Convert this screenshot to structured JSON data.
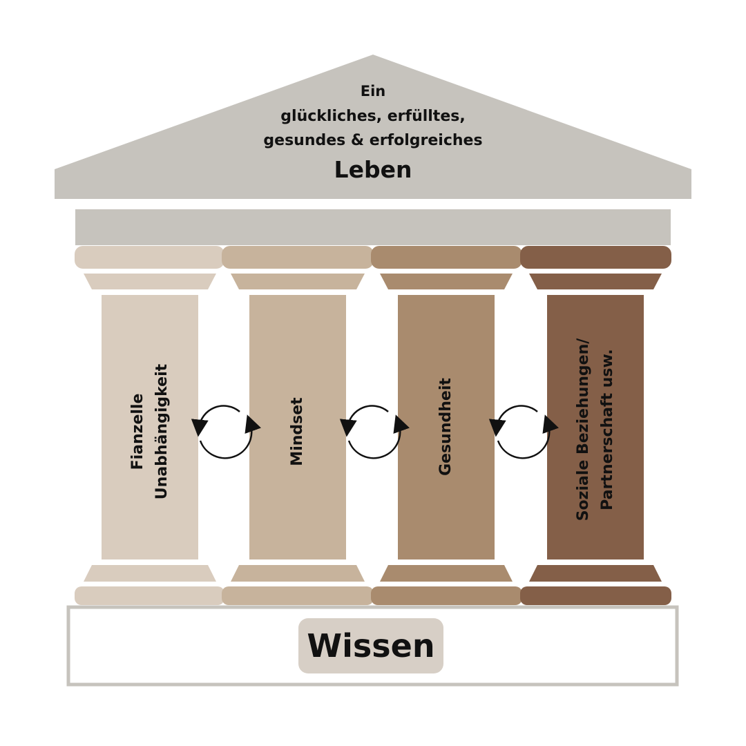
{
  "roof": {
    "line1": "Ein",
    "line2": "glückliches, erfülltes,",
    "line3": "gesundes & erfolgreiches",
    "line4": "Leben"
  },
  "pillars": [
    {
      "lines": [
        "Fianzelle",
        "Unabhängigkeit"
      ],
      "color": "#d9ccbe"
    },
    {
      "lines": [
        "Mindset"
      ],
      "color": "#c7b39c"
    },
    {
      "lines": [
        "Gesundheit"
      ],
      "color": "#a98b6e"
    },
    {
      "lines": [
        "Soziale Beziehungen/",
        "Partnerschaft usw."
      ],
      "color": "#845f48"
    }
  ],
  "foundation": {
    "label": "Wissen"
  },
  "colors": {
    "roof": "#c6c3bd",
    "foundation_border": "#c6c3bd",
    "label_bg": "#d7cfc6",
    "arrow": "#111111"
  }
}
